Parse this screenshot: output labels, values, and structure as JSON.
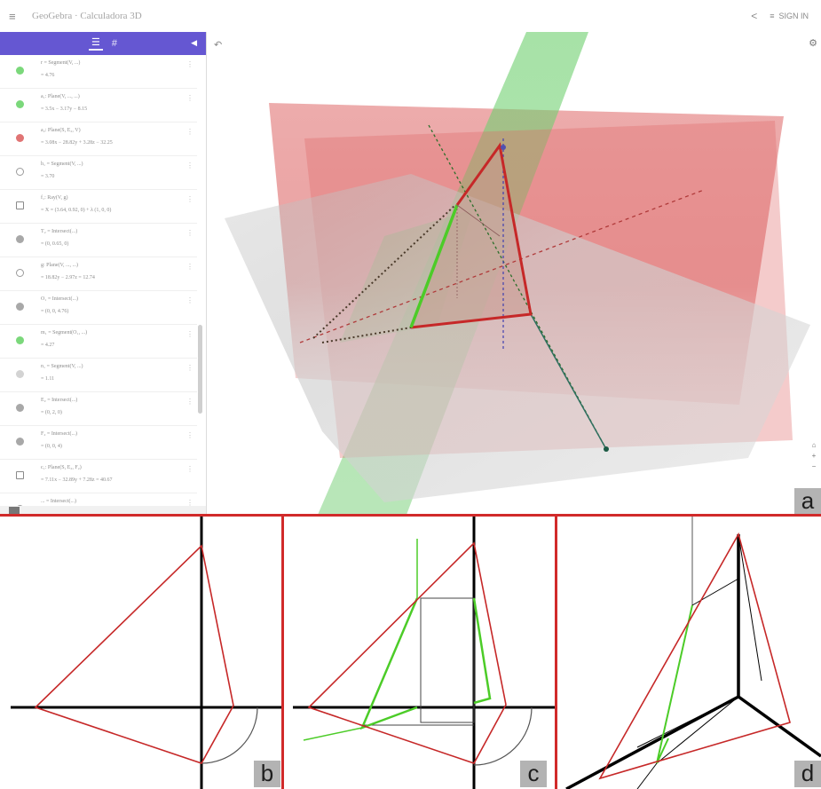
{
  "header": {
    "menu_icon": "hamburger-icon",
    "title": "GeoGebra · Calculadora 3D",
    "share_icon": "share-icon",
    "signin_label": "SIGN IN",
    "signin_icon": "grid-icon"
  },
  "algebra": {
    "tab_algebra_icon": "list-icon",
    "tab_tools_icon": "hash-icon",
    "items": [
      {
        "color": "green",
        "definition": "r = Segment(V, ...)",
        "value": "= 4.76"
      },
      {
        "color": "green",
        "definition": "a₁: Plane(V, ..., ...)",
        "value": "= 3.5x − 3.17y − 8.15"
      },
      {
        "color": "red",
        "definition": "a₂: Plane(S, E₂, V)",
        "value": "= 3.08x − 28.82y + 3.28z − 32.25"
      },
      {
        "color": "ring",
        "definition": "h₁ = Segment(V, ...)",
        "value": "= 3.70"
      },
      {
        "color": "ringsq",
        "definition": "f₁: Ray(V, g)",
        "value": "= X = (3.64, 0.92, 0) + λ (1, 0, 0)"
      },
      {
        "color": "gray",
        "definition": "T₂ = Intersect(...)",
        "value": "= (0, 0.65, 0)"
      },
      {
        "color": "ring",
        "definition": "g: Plane(V, ..., ...)",
        "value": "= 18.82y − 2.97z = 12.74"
      },
      {
        "color": "gray",
        "definition": "O₁ = Intersect(...)",
        "value": "= (0, 0, 4.76)"
      },
      {
        "color": "green",
        "definition": "m₁ = Segment(O₁, ...)",
        "value": "= 4.27"
      },
      {
        "color": "lgray",
        "definition": "n₁ = Segment(V, ...)",
        "value": "= 1.11"
      },
      {
        "color": "gray",
        "definition": "E₂ = Intersect(...)",
        "value": "= (0, 2, 0)"
      },
      {
        "color": "gray",
        "definition": "F₂ = Intersect(...)",
        "value": "= (0, 0, 4)"
      },
      {
        "color": "ringsq",
        "definition": "c₁: Plane(S, E₂, F₂)",
        "value": "= 7.11x − 32.89y + 7.28z = 40.67"
      },
      {
        "color": "ring",
        "definition": "... = Intersect(...)",
        "value": ""
      }
    ]
  },
  "graphics3d": {
    "undo_icon": "undo-icon",
    "settings_icon": "gear-icon",
    "home_icon": "home-icon",
    "zoom_in_icon": "zoom-in-icon",
    "zoom_out_icon": "zoom-out-icon"
  },
  "labels": {
    "a": "a",
    "b": "b",
    "c": "c",
    "d": "d"
  },
  "colors": {
    "accent": "#6557d2",
    "red_plane": "#d94f4f",
    "green_plane": "#3fae3f",
    "gray_plane": "#c8c8c8",
    "red_line": "#d12a2a",
    "green_line": "#4ccc28"
  }
}
